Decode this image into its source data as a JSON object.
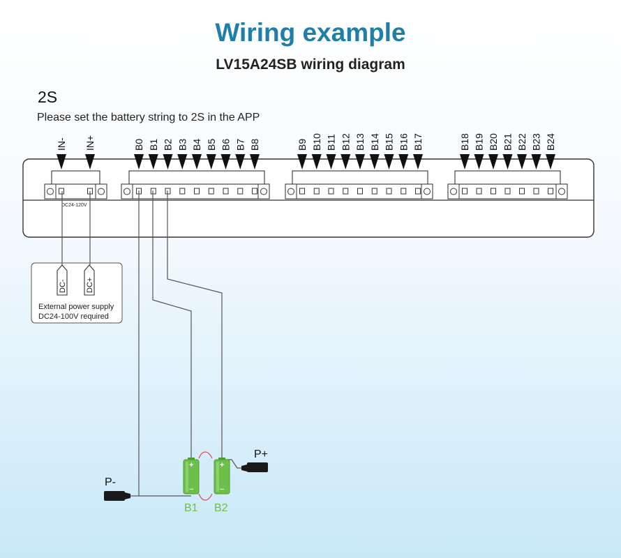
{
  "header": {
    "title": "Wiring example",
    "subtitle": "LV15A24SB wiring diagram"
  },
  "section": {
    "label": "2S",
    "instruction": "Please set the battery string to 2S in the APP"
  },
  "power_terminals": [
    "IN-",
    "IN+"
  ],
  "power_terminal_note": "DC24-120V",
  "balance_groups": [
    [
      "B0",
      "B1",
      "B2",
      "B3",
      "B4",
      "B5",
      "B6",
      "B7",
      "B8"
    ],
    [
      "B9",
      "B10",
      "B11",
      "B12",
      "B13",
      "B14",
      "B15",
      "B16",
      "B17"
    ],
    [
      "B18",
      "B19",
      "B20",
      "B21",
      "B22",
      "B23",
      "B24"
    ]
  ],
  "external_supply": {
    "connectors": [
      "DC-",
      "DC+"
    ],
    "note_line1": "External power supply",
    "note_line2": "DC24-100V required"
  },
  "batteries": [
    {
      "label": "B1",
      "plus": "+",
      "minus": "−"
    },
    {
      "label": "B2",
      "plus": "+",
      "minus": "−"
    }
  ],
  "outputs": {
    "negative": "P-",
    "positive": "P+"
  },
  "colors": {
    "title": "#1f7fa6",
    "battery": "#6cc04a",
    "link_wire": "#d9534f"
  }
}
